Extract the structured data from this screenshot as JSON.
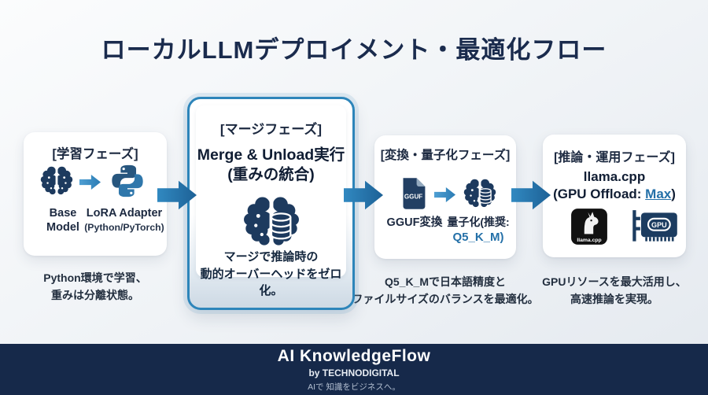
{
  "title": "ローカルLLMデプロイメント・最適化フロー",
  "training": {
    "header": "[学習フェーズ]",
    "base_label": "Base\nModel",
    "lora_label": "LoRA Adapter",
    "lora_sublabel": "(Python/PyTorch)",
    "caption": "Python環境で学習、\n重みは分離状態。"
  },
  "merge": {
    "header": "[マージフェーズ]",
    "title": "Merge & Unload実行",
    "subtitle": "(重みの統合)",
    "note": "マージで推論時の\n動的オーバーヘッドをゼロ化。"
  },
  "quantize": {
    "header": "[変換・量子化フェーズ]",
    "gguf_icon_label": "GGUF",
    "gguf_label": "GGUF変換",
    "quant_label": "量子化(推奨:",
    "quant_highlight": "Q5_K_M)",
    "caption": "Q5_K_Mで日本語精度と\nファイルサイズのバランスを最適化。"
  },
  "inference": {
    "header": "[推論・運用フェーズ]",
    "title": "llama.cpp",
    "offload_prefix": "(GPU Offload: ",
    "offload_value": "Max",
    "offload_suffix": ")",
    "llama_badge_label": "llama.cpp",
    "gpu_label": "GPU",
    "caption": "GPUリソースを最大活用し、\n高速推論を実現。"
  },
  "footer": {
    "brand": "AI KnowledgeFlow",
    "byline": "by TECHNODIGITAL",
    "tagline": "AIで 知識をビジネスへ。"
  },
  "colors": {
    "accent_arrow_blue": "#2b7fb5",
    "icon_navy": "#1d3a5e",
    "highlight_blue": "#2470a8",
    "merge_border_blue": "#2d85ba",
    "footer_bg": "#16294a",
    "title_navy": "#1a2b4d"
  }
}
